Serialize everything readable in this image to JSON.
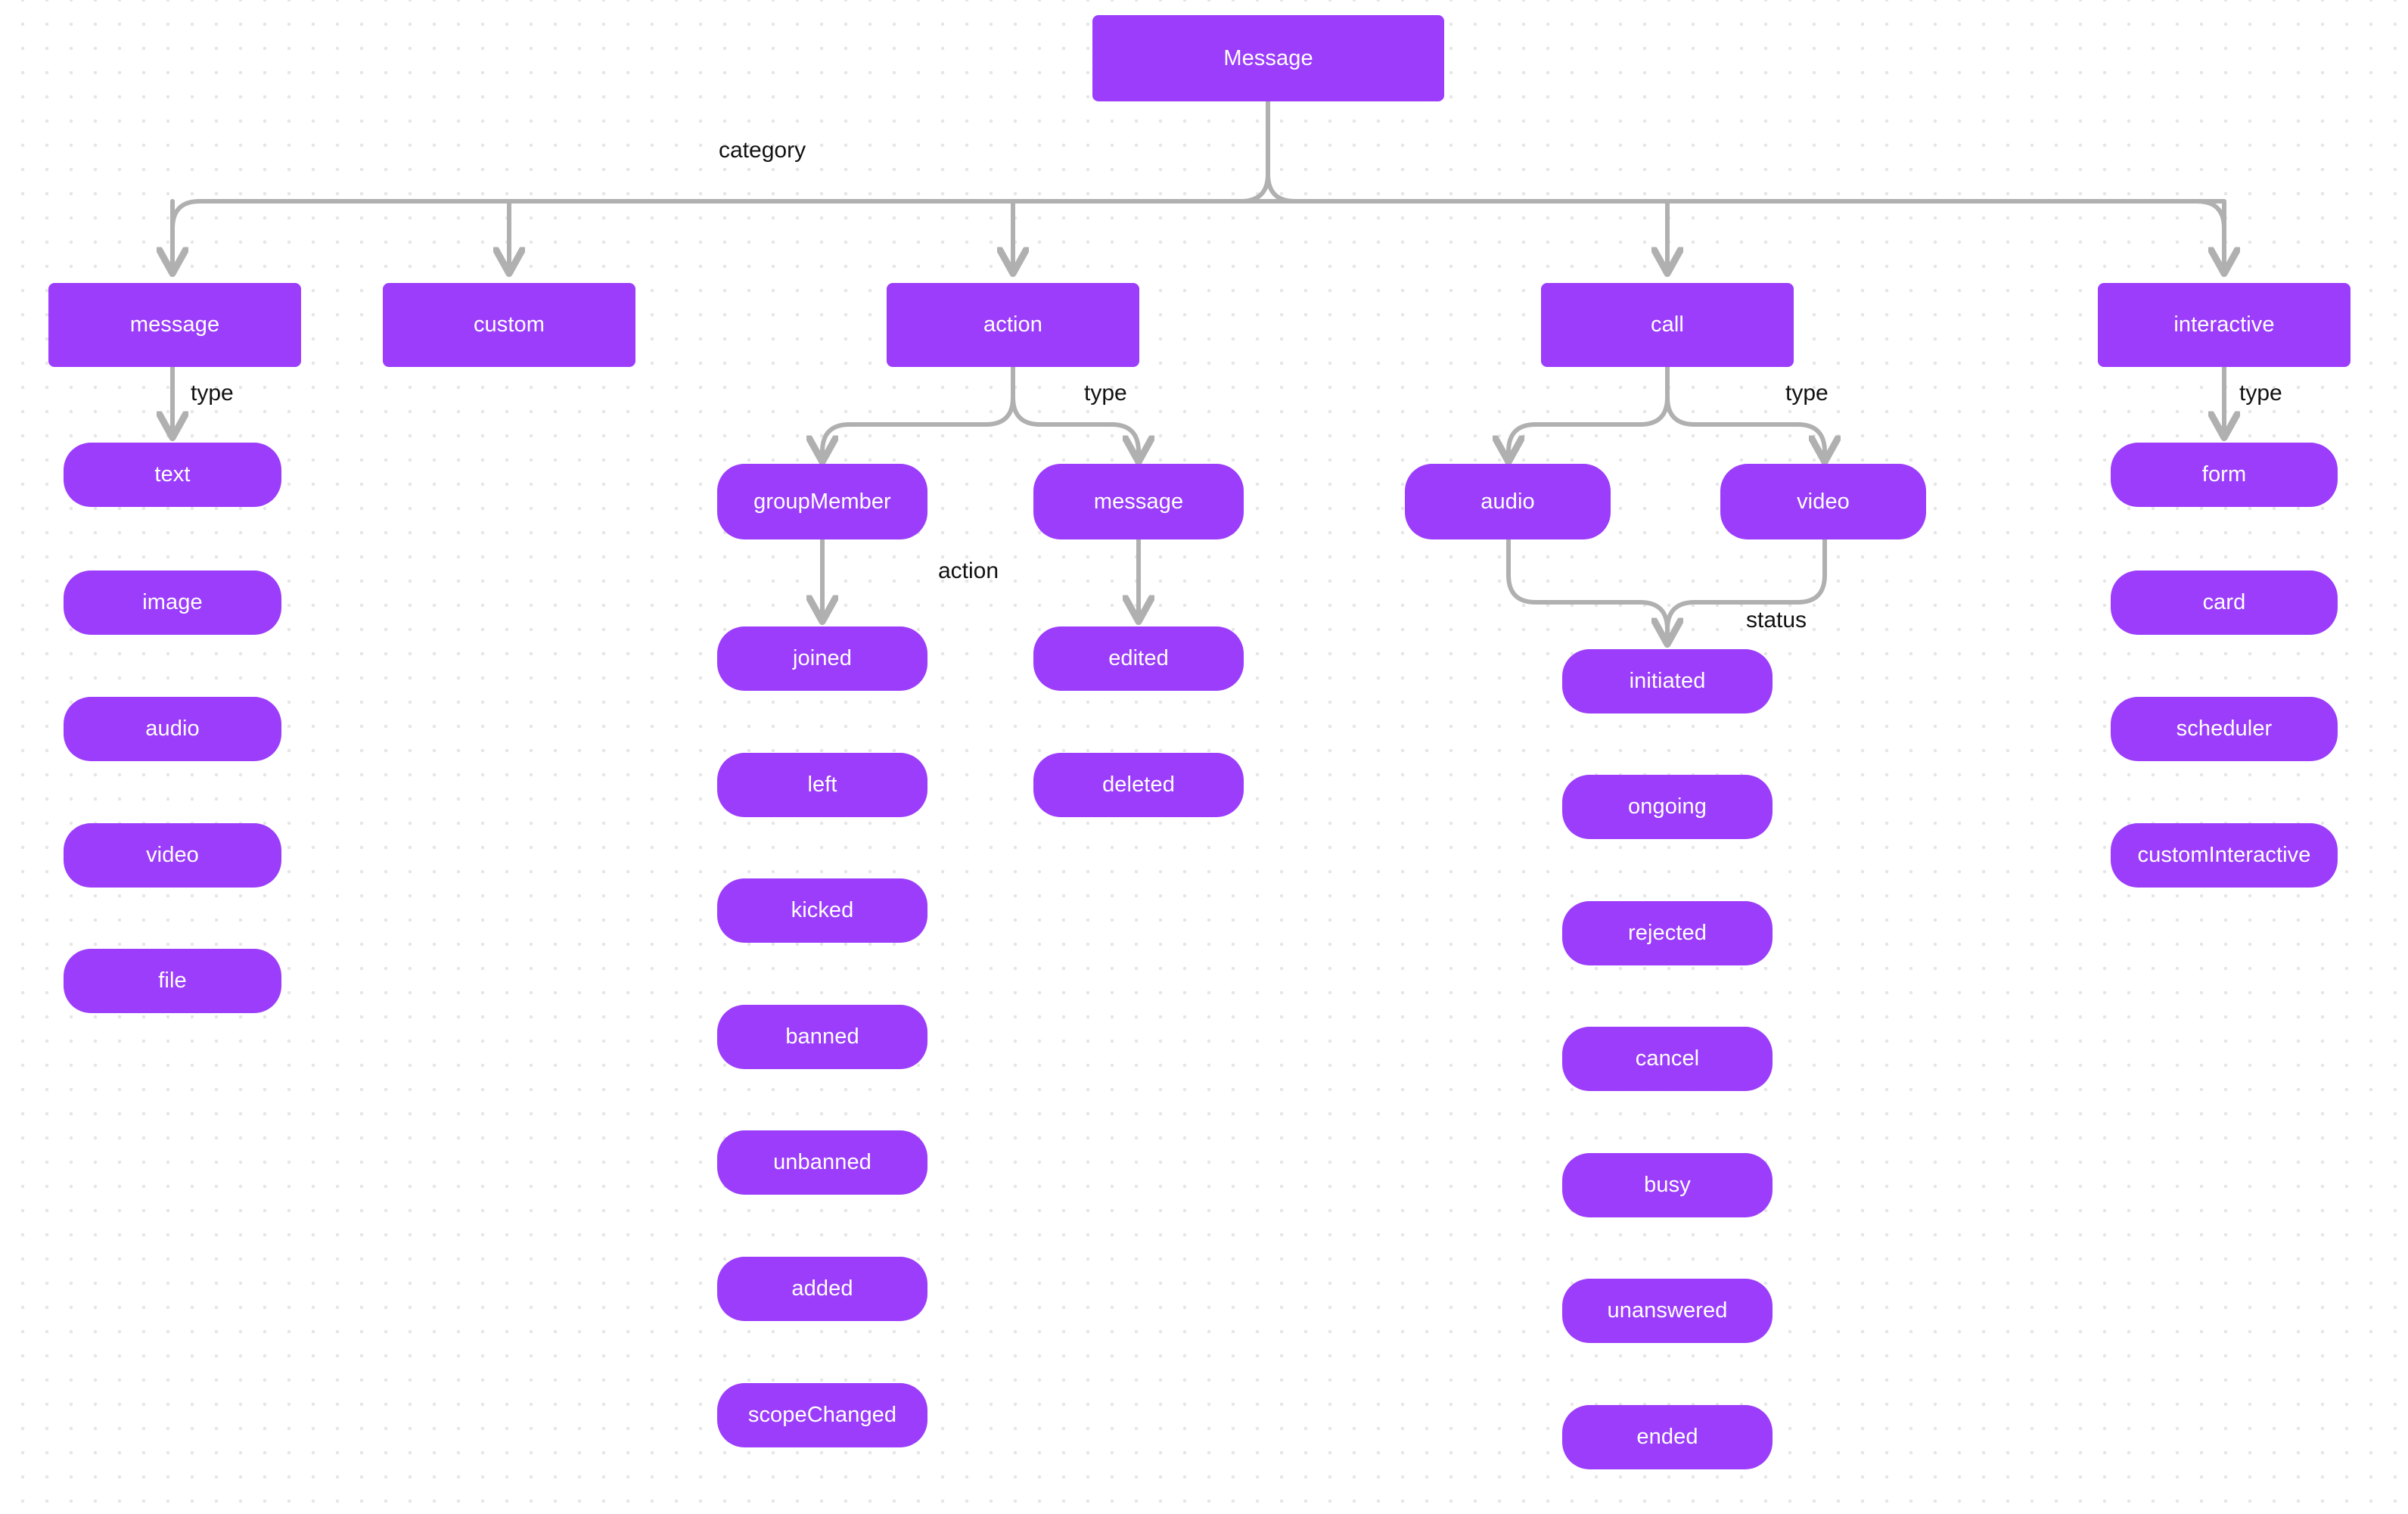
{
  "diagram": {
    "title": "Message",
    "theme": {
      "node_fill": "#9B3DFB",
      "node_text": "#ffffff",
      "edge": "#b0b0b0",
      "label_text": "#111111",
      "background": "#ffffff",
      "dot_grid": "#e6e6e6"
    },
    "root": {
      "label": "Message"
    },
    "edge_labels": {
      "category": "category",
      "type_message": "type",
      "type_action": "type",
      "type_call": "type",
      "type_interactive": "type",
      "action_groupmember": "action",
      "status_call": "status"
    },
    "categories": [
      {
        "id": "message",
        "label": "message"
      },
      {
        "id": "custom",
        "label": "custom"
      },
      {
        "id": "action",
        "label": "action"
      },
      {
        "id": "call",
        "label": "call"
      },
      {
        "id": "interactive",
        "label": "interactive"
      }
    ],
    "message_types": [
      {
        "label": "text"
      },
      {
        "label": "image"
      },
      {
        "label": "audio"
      },
      {
        "label": "video"
      },
      {
        "label": "file"
      }
    ],
    "action_types": [
      {
        "label": "groupMember"
      },
      {
        "label": "message"
      }
    ],
    "group_member_actions": [
      {
        "label": "joined"
      },
      {
        "label": "left"
      },
      {
        "label": "kicked"
      },
      {
        "label": "banned"
      },
      {
        "label": "unbanned"
      },
      {
        "label": "added"
      },
      {
        "label": "scopeChanged"
      }
    ],
    "message_actions": [
      {
        "label": "edited"
      },
      {
        "label": "deleted"
      }
    ],
    "call_types": [
      {
        "label": "audio"
      },
      {
        "label": "video"
      }
    ],
    "call_statuses": [
      {
        "label": "initiated"
      },
      {
        "label": "ongoing"
      },
      {
        "label": "rejected"
      },
      {
        "label": "cancel"
      },
      {
        "label": "busy"
      },
      {
        "label": "unanswered"
      },
      {
        "label": "ended"
      }
    ],
    "interactive_types": [
      {
        "label": "form"
      },
      {
        "label": "card"
      },
      {
        "label": "scheduler"
      },
      {
        "label": "customInteractive"
      }
    ]
  }
}
